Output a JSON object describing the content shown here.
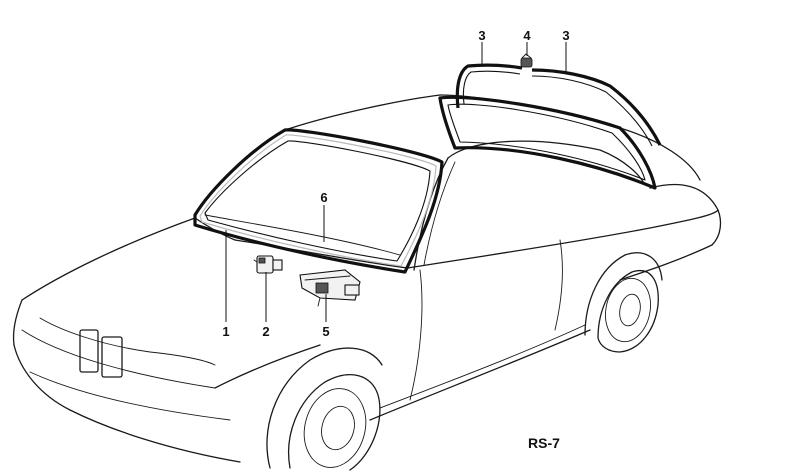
{
  "callouts": {
    "c1": "1",
    "c2": "2",
    "c3a": "3",
    "c3b": "3",
    "c4": "4",
    "c5": "5",
    "c6": "6"
  },
  "reference": "RS-7"
}
